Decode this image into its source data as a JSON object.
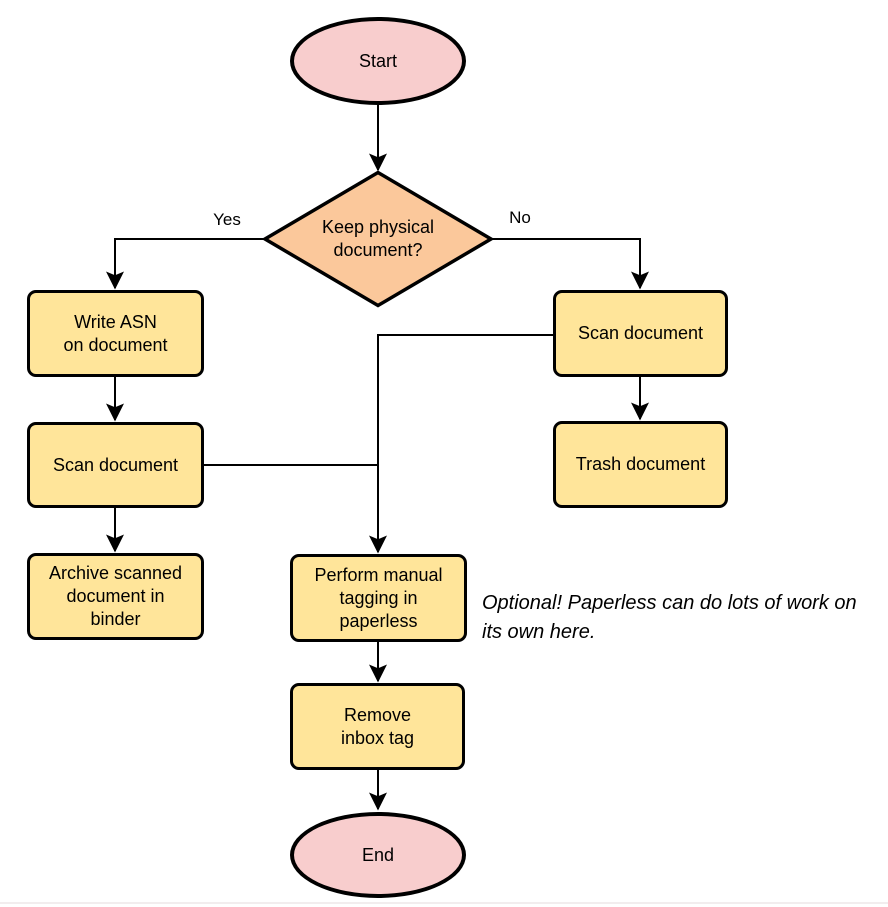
{
  "diagram": {
    "type": "flowchart",
    "nodes": {
      "start": "Start",
      "decision": "Keep physical\ndocument?",
      "write_asn": "Write ASN\non document",
      "scan_keep": "Scan document",
      "archive": "Archive scanned\ndocument in\nbinder",
      "scan_discard": "Scan document",
      "trash": "Trash document",
      "tagging": "Perform manual\ntagging in\npaperless",
      "remove_inbox": "Remove\ninbox tag",
      "end": "End"
    },
    "edge_labels": {
      "yes": "Yes",
      "no": "No"
    },
    "note": "Optional! Paperless can do lots of work on\nits own here.",
    "colors": {
      "terminator_fill": "#f8cdcd",
      "decision_fill": "#fbc89b",
      "process_fill": "#ffe59a",
      "line": "#000000"
    }
  }
}
